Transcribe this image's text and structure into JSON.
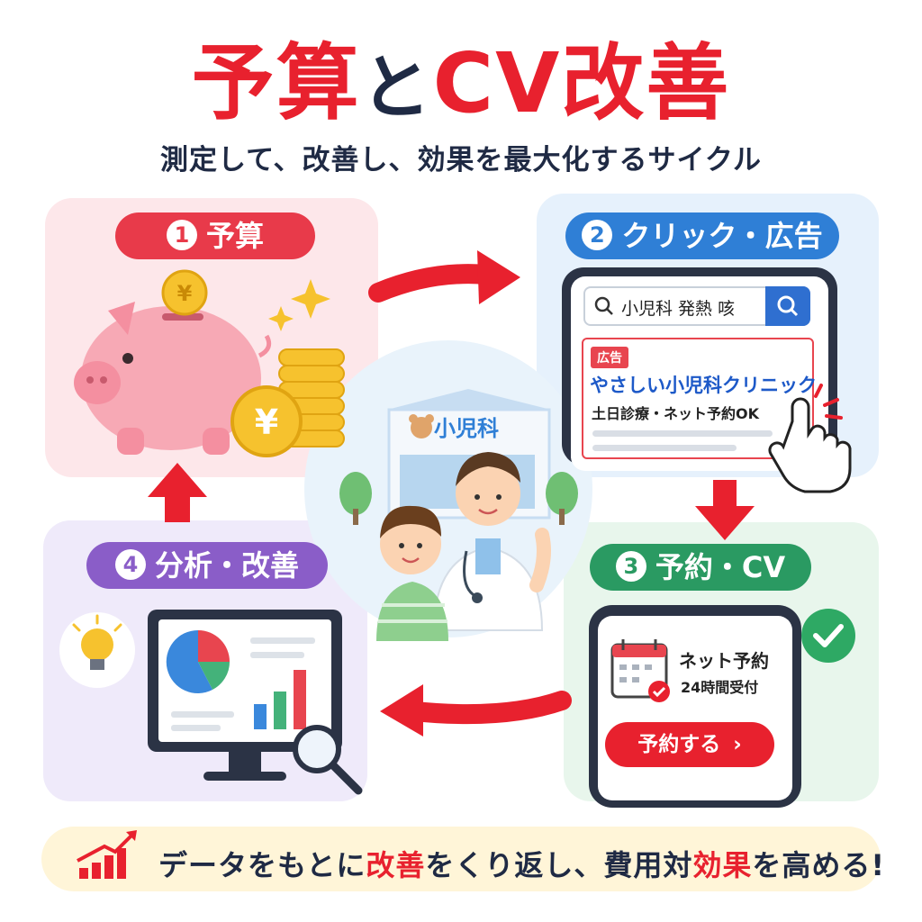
{
  "title": {
    "part1": "予算",
    "part2": "と",
    "part3": "CV改善"
  },
  "subtitle": "測定して、改善し、効果を最大化するサイクル",
  "steps": [
    {
      "num": "1",
      "label": "予算"
    },
    {
      "num": "2",
      "label": "クリック・広告"
    },
    {
      "num": "3",
      "label": "予約・CV"
    },
    {
      "num": "4",
      "label": "分析・改善"
    }
  ],
  "coin_symbol": "¥",
  "ad": {
    "search_query": "小児科 発熱 咳",
    "badge": "広告",
    "title": "やさしい小児科クリニック",
    "description": "土日診療・ネット予約OK"
  },
  "clinic_sign": "小児科",
  "reservation": {
    "line1": "ネット予約",
    "line2": "24時間受付",
    "button": "予約する"
  },
  "banner": {
    "t1": "データをもとに",
    "t2": "改善",
    "t3": "をくり返し、費用対",
    "t4": "効果",
    "t5": "を高める!"
  },
  "colors": {
    "accent_red": "#e8212e",
    "navy": "#1f2a44",
    "step1": "#e83a4a",
    "step2": "#2f7fd6",
    "step3": "#2a9a62",
    "step4": "#8a5dc8"
  },
  "icons": [
    "piggy-bank-icon",
    "coin-icon",
    "search-icon",
    "pointer-hand-icon",
    "calendar-icon",
    "check-icon",
    "bulb-icon",
    "magnifier-icon",
    "pie-chart-icon",
    "bar-chart-icon",
    "growth-chart-icon"
  ]
}
